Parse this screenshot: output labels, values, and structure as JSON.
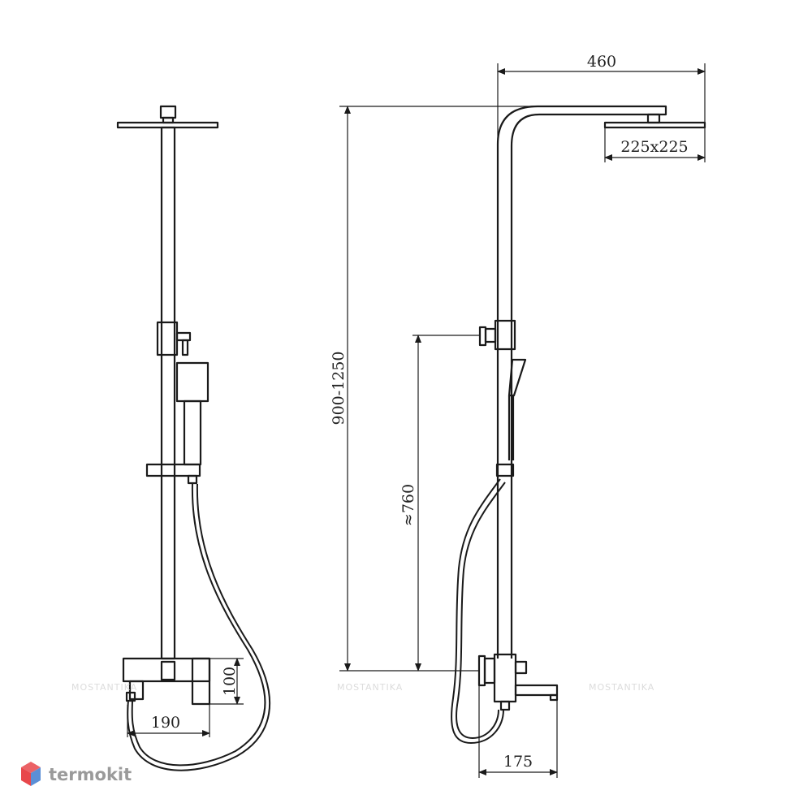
{
  "dimensions": {
    "head_reach": "460",
    "head_size": "225x225",
    "height_range": "900-1250",
    "bar_height": "≈760",
    "mixer_height": "100",
    "mixer_width": "190",
    "spout_length": "175"
  },
  "watermark": {
    "text": "MOSTANTIKA"
  },
  "brand": {
    "name": "termokit",
    "accent": "#e8474b",
    "accent2": "#5b8fd6"
  }
}
